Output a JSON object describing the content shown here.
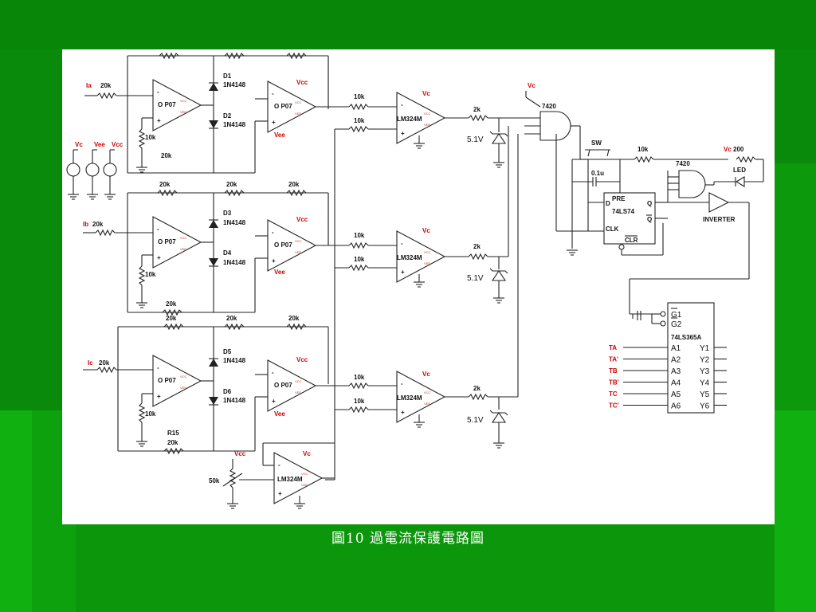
{
  "caption": "圖10  過電流保護電路圖",
  "labels": {
    "ia": "Ia",
    "ib": "Ib",
    "ic": "Ic",
    "r20k": "20k",
    "r10k": "10k",
    "r2k": "2k",
    "r200": "200",
    "r50k": "50k",
    "r15": "R15",
    "op07": "O P07",
    "lm324m": "LM324M",
    "vcc": "Vcc",
    "vee": "Vee",
    "vc": "Vc",
    "d1": "D1",
    "d2": "D2",
    "d3": "D3",
    "d4": "D4",
    "d5": "D5",
    "d6": "D6",
    "diode": "1N4148",
    "zener": "5.1V",
    "and_gate": "7420",
    "sw": "SW",
    "cap": "0.1u",
    "pre": "PRE",
    "ff": "74LS74",
    "clk": "CLK",
    "clr": "CLR",
    "d": "D",
    "q": "Q",
    "qbar": "Q",
    "led": "LED",
    "inverter": "INVERTER",
    "buffer": "74LS365A",
    "g1": "G1",
    "g2": "G2",
    "inputs": [
      "A1",
      "A2",
      "A3",
      "A4",
      "A5",
      "A6"
    ],
    "outputs": [
      "Y1",
      "Y2",
      "Y3",
      "Y4",
      "Y5",
      "Y6"
    ],
    "signals": [
      "TA",
      "TA'",
      "TB",
      "TB'",
      "TC",
      "TC'"
    ]
  }
}
